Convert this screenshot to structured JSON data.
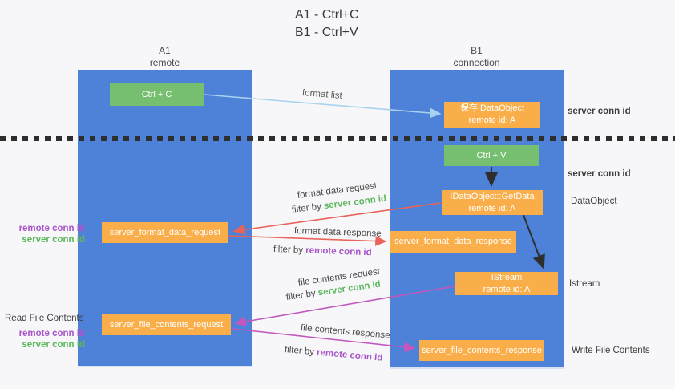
{
  "title": {
    "line1": "A1 - Ctrl+C",
    "line2": "B1 - Ctrl+V"
  },
  "lanes": {
    "left": {
      "name": "A1",
      "role": "remote"
    },
    "right": {
      "name": "B1",
      "role": "connection"
    }
  },
  "nodes": {
    "ctrl_c": {
      "label": "Ctrl + C"
    },
    "save_dataobject": {
      "line1": "保存IDataObject",
      "line2": "remote id: A"
    },
    "ctrl_v": {
      "label": "Ctrl + V"
    },
    "getdata": {
      "line1": "IDataObject::GetData",
      "line2": "remote id: A"
    },
    "format_request": {
      "label": "server_format_data_request"
    },
    "format_response": {
      "label": "server_format_data_response"
    },
    "istream": {
      "line1": "IStream",
      "line2": "remote id: A"
    },
    "file_request": {
      "label": "server_file_contents_request"
    },
    "file_response": {
      "label": "server_file_contents_response"
    }
  },
  "arrow_labels": {
    "format_list": "format list",
    "format_data_request": "format data request",
    "format_data_response": "format data response",
    "file_contents_request": "file contents request",
    "file_contents_response": "file contents response",
    "filter_by": "filter by ",
    "server_conn_id": "server conn id",
    "remote_conn_id": "remote conn id"
  },
  "side_labels": {
    "server_conn_id_top": "server conn id",
    "server_conn_id_mid": "server conn id",
    "dataobject": "DataObject",
    "istream": "Istream",
    "write_file_contents": "Write File Contents",
    "read_file_contents": "Read File Contents",
    "remote_conn_id": "remote conn id",
    "server_conn_id": "server conn id"
  },
  "colors": {
    "lane_blue": "#4e81d8",
    "node_green": "#76be70",
    "node_orange": "#f9ae49",
    "arrow_lightblue": "#a8d2ee",
    "arrow_red": "#e8635a",
    "arrow_magenta": "#c257be",
    "arrow_black": "#2e2e2e",
    "text_green": "#5cb85c",
    "text_purple": "#a855c8"
  }
}
